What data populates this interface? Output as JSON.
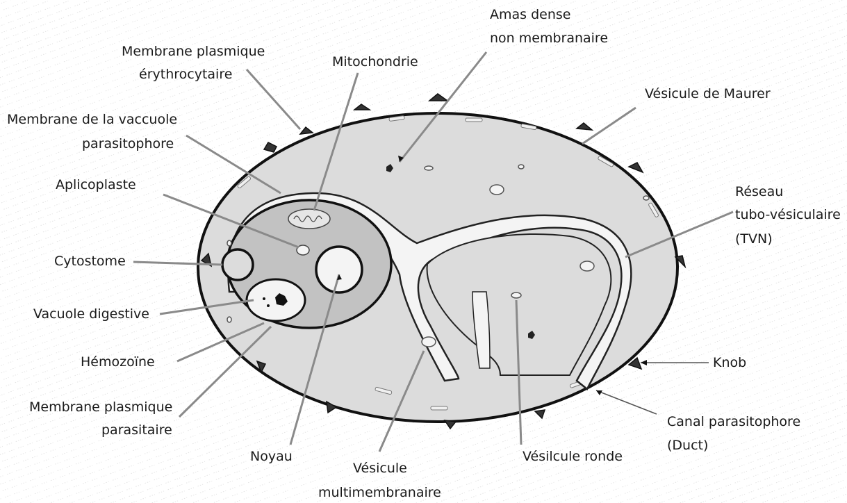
{
  "labels": {
    "amas_dense_1": "Amas dense",
    "amas_dense_2": "non membranaire",
    "membrane_erythro_1": "Membrane plasmique",
    "membrane_erythro_2": "érythrocytaire",
    "mitochondrie": "Mitochondrie",
    "vesicule_maurer": "Vésicule de Maurer",
    "membrane_vacuole_1": "Membrane de la vaccuole",
    "membrane_vacuole_2": "parasitophore",
    "aplicoplaste": "Aplicoplaste",
    "reseau_1": "Réseau",
    "reseau_2": "tubo-vésiculaire",
    "reseau_3": "(TVN)",
    "cytostome": "Cytostome",
    "vacuole_digestive": "Vacuole digestive",
    "hemozoine": "Hémozoïne",
    "knob": "Knob",
    "membrane_parasitaire_1": "Membrane plasmique",
    "membrane_parasitaire_2": "parasitaire",
    "canal_1": "Canal parasitophore",
    "canal_2": "(Duct)",
    "noyau": "Noyau",
    "vesicule_multi_1": "Vésicule",
    "vesicule_multi_2": "multimembranaire",
    "vesicule_ronde": "Vésilcule ronde"
  },
  "colors": {
    "cell_fill": "#dcdcdc",
    "parasite_fill": "#c2c2c2",
    "outline": "#111111",
    "channel": "#f4f4f4",
    "leader": "#8a8a8a"
  }
}
